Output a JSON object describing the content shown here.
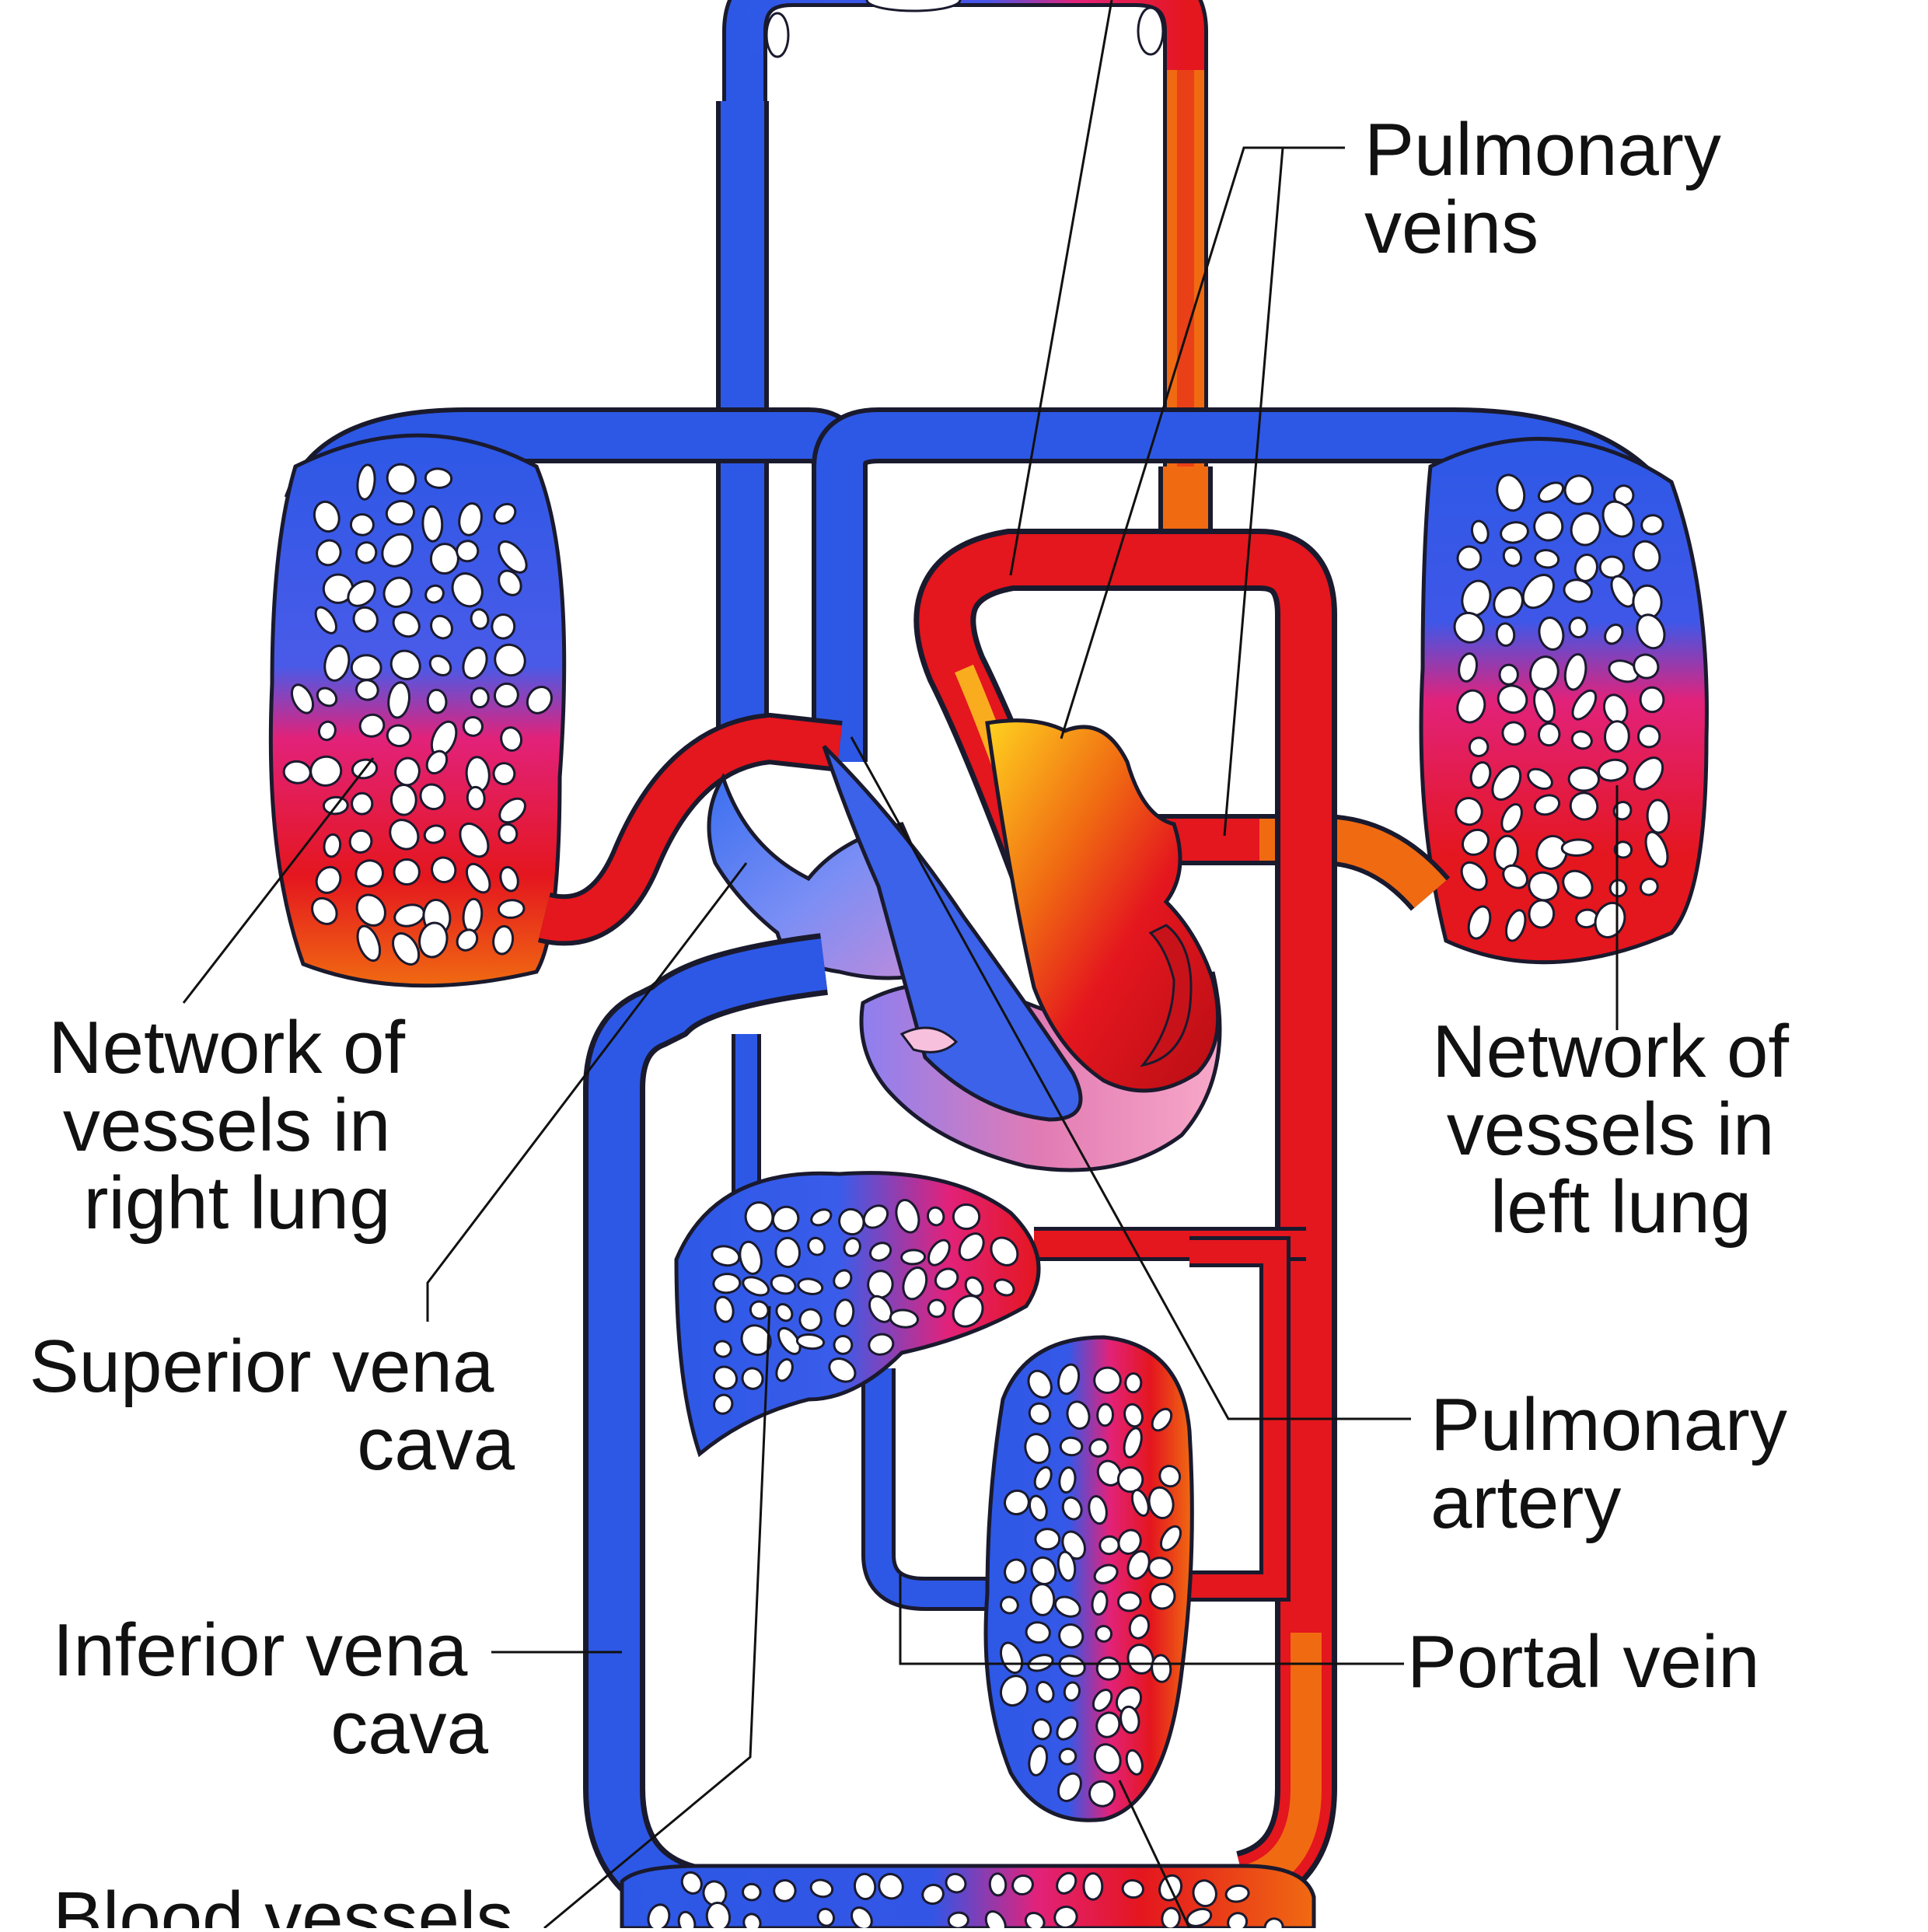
{
  "diagram": {
    "colors": {
      "vein": "#2d58e6",
      "vein_dark": "#1530a8",
      "artery": "#e4161e",
      "artery_dark": "#9c0c10",
      "mixed": "#e2227a",
      "orange": "#f06a12",
      "yellow": "#ffd21f",
      "outline": "#1a1a2e",
      "leader_line": "#111111"
    },
    "labels": {
      "pulmonary_veins": [
        "Pulmonary",
        "veins"
      ],
      "network_right_lung": [
        "Network of",
        "vessels in",
        "right lung"
      ],
      "network_left_lung": [
        "Network of",
        "vessels in",
        "left lung"
      ],
      "superior_vena_cava": [
        "Superior vena",
        "cava"
      ],
      "pulmonary_artery": [
        "Pulmonary",
        "artery"
      ],
      "inferior_vena_cava": [
        "Inferior vena",
        "cava"
      ],
      "portal_vein": [
        "Portal vein"
      ],
      "blood_vessels": [
        "Blood vessels"
      ]
    }
  }
}
